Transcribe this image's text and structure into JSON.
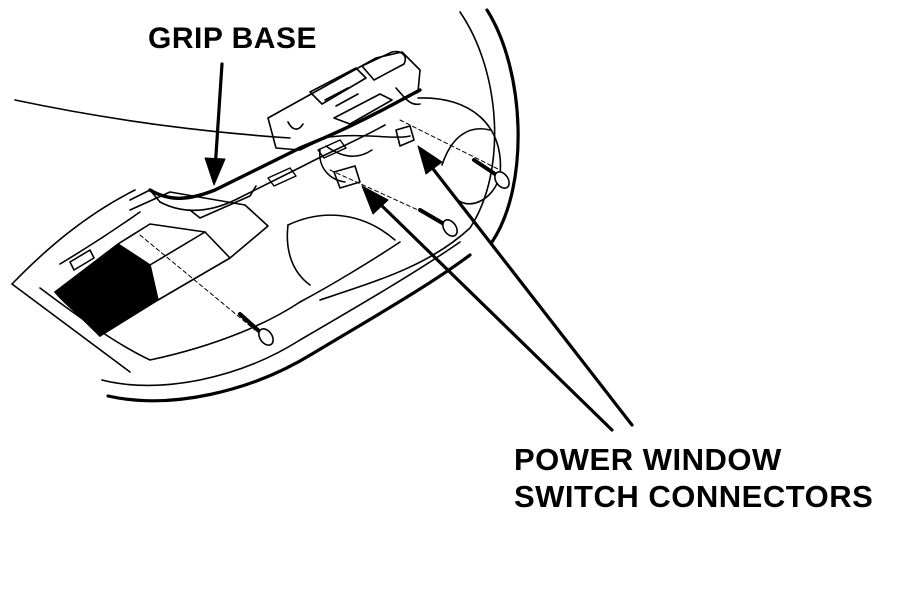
{
  "labels": {
    "grip_base": "GRIP BASE",
    "power_window_line1": "POWER WINDOW",
    "power_window_line2": "SWITCH CONNECTORS"
  },
  "colors": {
    "ink": "#000000",
    "background": "#ffffff"
  }
}
